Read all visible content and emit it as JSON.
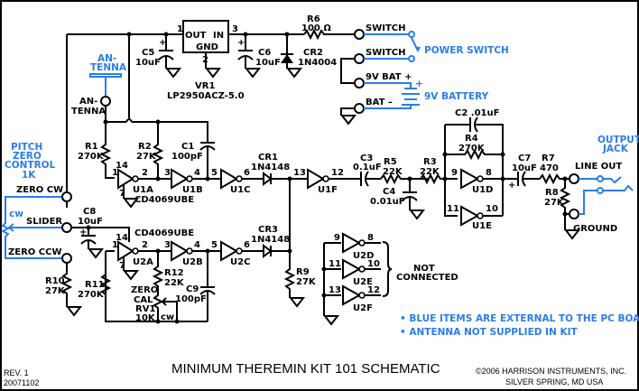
{
  "title": "MINIMUM THEREMIN KIT 101 SCHEMATIC",
  "revision": {
    "rev": "REV. 1",
    "date": "20071102"
  },
  "copyright": {
    "line1": "©2006 HARRISON INSTRUMENTS, INC.",
    "line2": "SILVER SPRING, MD USA"
  },
  "notes": [
    "• BLUE ITEMS ARE EXTERNAL TO THE PC BOARD",
    "• ANTENNA NOT SUPPLIED IN KIT"
  ],
  "colors": {
    "external": "#2b7de9",
    "wire": "#000000"
  },
  "regulator": {
    "ref": "VR1",
    "part": "LP2950ACZ-5.0",
    "out": "OUT",
    "in": "IN",
    "gnd": "GND",
    "pin_out": "1",
    "pin_gnd": "2",
    "pin_in": "3"
  },
  "capacitors": {
    "C1": {
      "ref": "C1",
      "value": "100pF"
    },
    "C2": {
      "ref": "C2 .01uF"
    },
    "C3": {
      "ref": "C3",
      "value": "0.1uF"
    },
    "C4": {
      "ref": "C4",
      "value": "0.01uF"
    },
    "C5": {
      "ref": "C5",
      "value": "10uF"
    },
    "C6": {
      "ref": "C6",
      "value": "10uF"
    },
    "C7": {
      "ref": "C7",
      "value": "10uF"
    },
    "C8": {
      "ref": "C8",
      "value": "10uF"
    },
    "C9": {
      "ref": "C9",
      "value": "100pF"
    }
  },
  "resistors": {
    "R1": {
      "ref": "R1",
      "value": "270K"
    },
    "R2": {
      "ref": "R2",
      "value": "27K"
    },
    "R3": {
      "ref": "R3",
      "value": "22K"
    },
    "R4": {
      "ref": "R4",
      "value": "270K"
    },
    "R5": {
      "ref": "R5",
      "value": "22K"
    },
    "R6": {
      "ref": "R6",
      "value": "100 Ω"
    },
    "R7": {
      "ref": "R7",
      "value": "470"
    },
    "R8": {
      "ref": "R8",
      "value": "27K"
    },
    "R9": {
      "ref": "R9",
      "value": "27K"
    },
    "R10": {
      "ref": "R10",
      "value": "27K"
    },
    "R11": {
      "ref": "R11",
      "value": "270K"
    },
    "R12": {
      "ref": "R12",
      "value": "22K"
    }
  },
  "diodes": {
    "CR1": {
      "ref": "CR1",
      "part": "1N4148"
    },
    "CR2": {
      "ref": "CR2",
      "part": "1N4004"
    },
    "CR3": {
      "ref": "CR3",
      "part": "1N4148"
    }
  },
  "trimmer": {
    "ref": "RV1",
    "value": "10K",
    "label1": "ZERO",
    "label2": "CAL",
    "cw": "cw"
  },
  "ics": {
    "u1_part": "CD4069UBE",
    "u2_part": "CD4069UBE"
  },
  "gates": {
    "U1A": "U1A",
    "U1B": "U1B",
    "U1C": "U1C",
    "U1D": "U1D",
    "U1E": "U1E",
    "U1F": "U1F",
    "U2A": "U2A",
    "U2B": "U2B",
    "U2C": "U2C",
    "U2D": "U2D",
    "U2E": "U2E",
    "U2F": "U2F"
  },
  "pins": {
    "p1": "1",
    "p2": "2",
    "p3": "3",
    "p4": "4",
    "p5": "5",
    "p6": "6",
    "p7": "7",
    "p8": "8",
    "p9": "9",
    "p10": "10",
    "p11": "11",
    "p12": "12",
    "p13": "13",
    "p14": "14"
  },
  "terminals": {
    "switch": "SWITCH",
    "bat_pos": "9V BAT +",
    "bat_neg": "BAT –",
    "antenna1": "AN-",
    "antenna2": "TENNA",
    "zero_cw": "ZERO CW",
    "slider": "SLIDER",
    "zero_ccw": "ZERO CCW",
    "line_out": "LINE OUT",
    "ground": "GROUND"
  },
  "external": {
    "power_switch": "POWER SWITCH",
    "battery": "9V BATTERY",
    "battery_plus": "+",
    "antenna1": "AN-",
    "antenna2": "TENNA",
    "pitch1": "PITCH",
    "pitch2": "ZERO",
    "pitch3": "CONTROL",
    "pitch4": "1K",
    "pot_cw": "cw",
    "output1": "OUTPUT",
    "output2": "JACK"
  },
  "not_connected": {
    "line1": "NOT",
    "line2": "CONNECTED"
  },
  "polarity": {
    "plus": "+"
  }
}
